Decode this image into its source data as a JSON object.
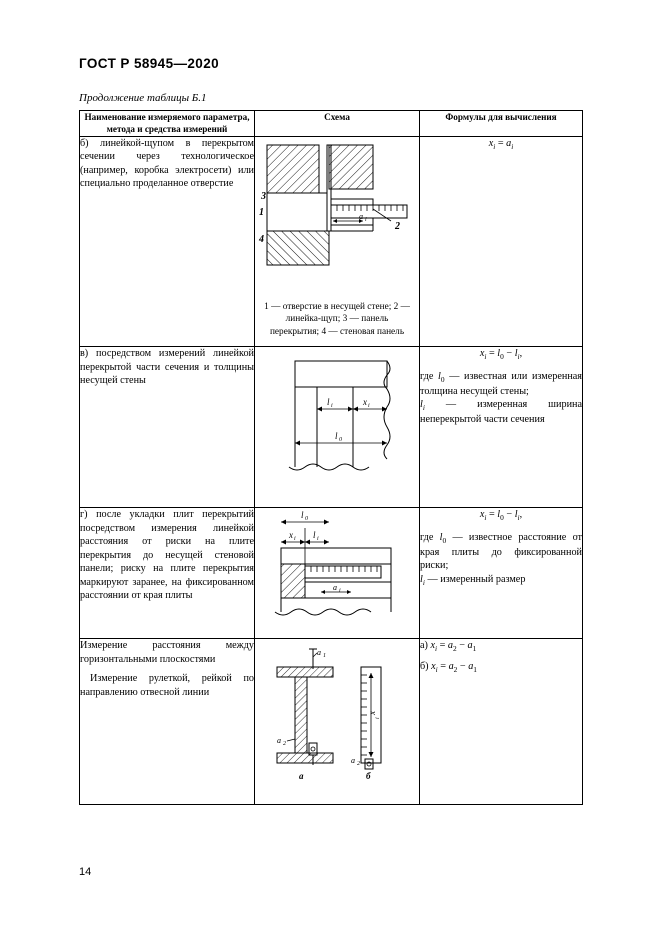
{
  "document": {
    "standard_title": "ГОСТ Р 58945—2020",
    "table_caption": "Продолжение таблицы Б.1",
    "page_number": "14"
  },
  "table": {
    "headers": [
      "Наименование измеряемого параметра, метода и средства измерений",
      "Схема",
      "Формулы для вычисления"
    ],
    "rows": [
      {
        "description": "б) линейкой-щупом в перекрытом сечении через технологическое (например, коробка электросети) или специально проделанное отверстие",
        "schema_labels": [
          "3",
          "1",
          "4",
          "2",
          "a",
          "i"
        ],
        "legend": "1 — отверстие в несущей стене; 2 — линейка-щуп; 3 — панель перекрытия; 4 — стеновая панель",
        "formula_main": "x = a",
        "formula_main_sub1": "i",
        "formula_main_sub2": "i",
        "formula_note": ""
      },
      {
        "description": "в) посредством измерений линейкой перекрытой части сечения и толщины несущей стены",
        "schema_labels": [
          "l",
          "x",
          "l"
        ],
        "legend": "",
        "formula_main": "x = l − l",
        "formula_note": "где l0 — известная или измеренная толщина несущей стены;\nli — измеренная ширина неперекрытой части сечения"
      },
      {
        "description": "г) после укладки плит перекрытий посредством измерения линейкой расстояния от риски на плите перекрытия до несущей стеновой панели; риску на плите перекрытия маркируют заранее, на фиксированном расстоянии от края плиты",
        "schema_labels": [
          "l0",
          "xi",
          "li",
          "ai"
        ],
        "legend": "",
        "formula_main": "x = l − l",
        "formula_note": "где l0 — известное расстояние от края плиты до фиксированной риски;\nli — измеренный размер"
      },
      {
        "description": "Измерение расстояния между горизонтальными плоскостями\nИзмерение рулеткой, рейкой по направлению отвесной линии",
        "schema_labels": [
          "a1",
          "a2",
          "xi",
          "a",
          "б"
        ],
        "legend": "",
        "formula_list": [
          "а) xi = a2 − a1",
          "б) xi = a2 − a1"
        ]
      }
    ]
  },
  "colors": {
    "line": "#000000",
    "background": "#ffffff"
  }
}
